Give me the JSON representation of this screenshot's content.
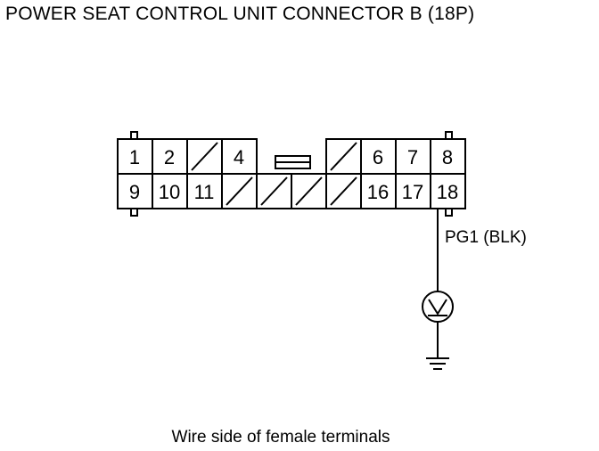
{
  "diagram": {
    "title": "POWER SEAT CONTROL UNIT CONNECTOR B (18P)",
    "caption": "Wire side of female terminals",
    "connector": {
      "top_row": [
        "1",
        "2",
        "",
        "4",
        "",
        "",
        "6",
        "7",
        "8"
      ],
      "bottom_row": [
        "9",
        "10",
        "11",
        "",
        "",
        "",
        "",
        "16",
        "17",
        "18"
      ]
    },
    "wire": {
      "terminal": "18",
      "label": "PG1 (BLK)"
    },
    "meter_symbol": "V",
    "ground_symbol": "ground"
  }
}
